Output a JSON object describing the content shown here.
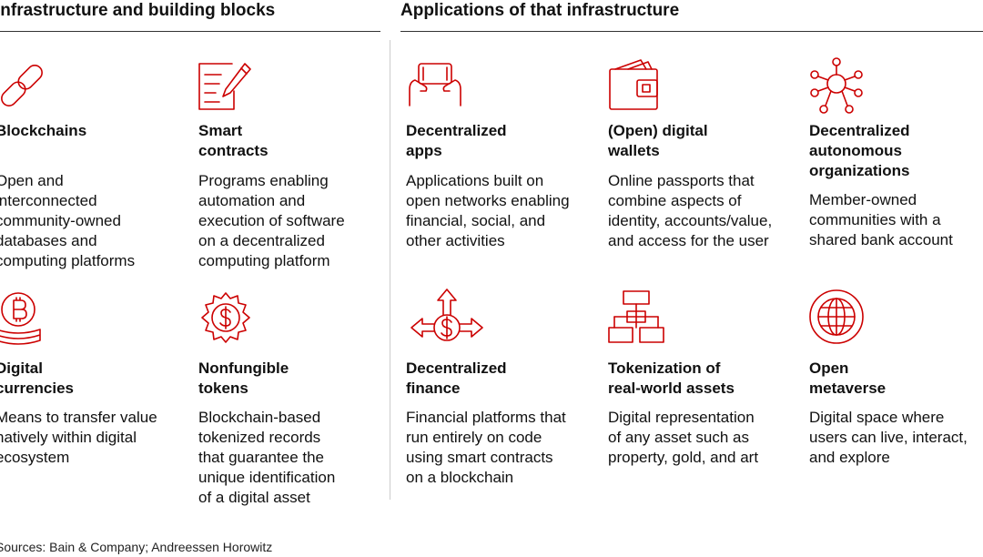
{
  "sections": {
    "left_title": "Infrastructure and building blocks",
    "right_title": "Applications of that infrastructure"
  },
  "items": [
    {
      "icon": "chain-link-icon",
      "title": "Blockchains",
      "desc": "Open and\ninterconnected\ncommunity-owned\ndatabases and\ncomputing platforms"
    },
    {
      "icon": "contract-pen-icon",
      "title": "Smart\ncontracts",
      "desc": "Programs enabling\nautomation and\nexecution of software\non a decentralized\ncomputing platform"
    },
    {
      "icon": "bitcoin-coins-icon",
      "title": "Digital\ncurrencies",
      "desc": "Means to transfer value\nnatively within digital\necosystem"
    },
    {
      "icon": "dollar-gear-icon",
      "title": "Nonfungible\ntokens",
      "desc": "Blockchain-based\ntokenized records\nthat guarantee the\nunique identification\nof a digital asset"
    },
    {
      "icon": "hands-phone-icon",
      "title": "Decentralized\napps",
      "desc": "Applications built on\nopen networks enabling\nfinancial, social, and\nother activities"
    },
    {
      "icon": "wallet-icon",
      "title": "(Open) digital\nwallets",
      "desc": "Online passports that\ncombine aspects of\nidentity, accounts/value,\nand access for the user"
    },
    {
      "icon": "network-hub-icon",
      "title": "Decentralized\nautonomous\norganizations",
      "desc": "Member-owned\ncommunities with a\nshared bank account"
    },
    {
      "icon": "dollar-arrows-icon",
      "title": "Decentralized\nfinance",
      "desc": "Financial platforms that\nrun entirely on code\nusing smart contracts\non a blockchain"
    },
    {
      "icon": "hierarchy-blocks-icon",
      "title": "Tokenization of\nreal-world assets",
      "desc": "Digital representation\nof  any asset such as\nproperty, gold, and art"
    },
    {
      "icon": "globe-icon",
      "title": "Open\nmetaverse",
      "desc": "Digital space where\nusers can live, interact,\nand explore"
    }
  ],
  "source": "Sources: Bain & Company; Andreessen Horowitz",
  "colors": {
    "accent": "#cc0000",
    "text": "#111111",
    "rule": "#333333"
  }
}
